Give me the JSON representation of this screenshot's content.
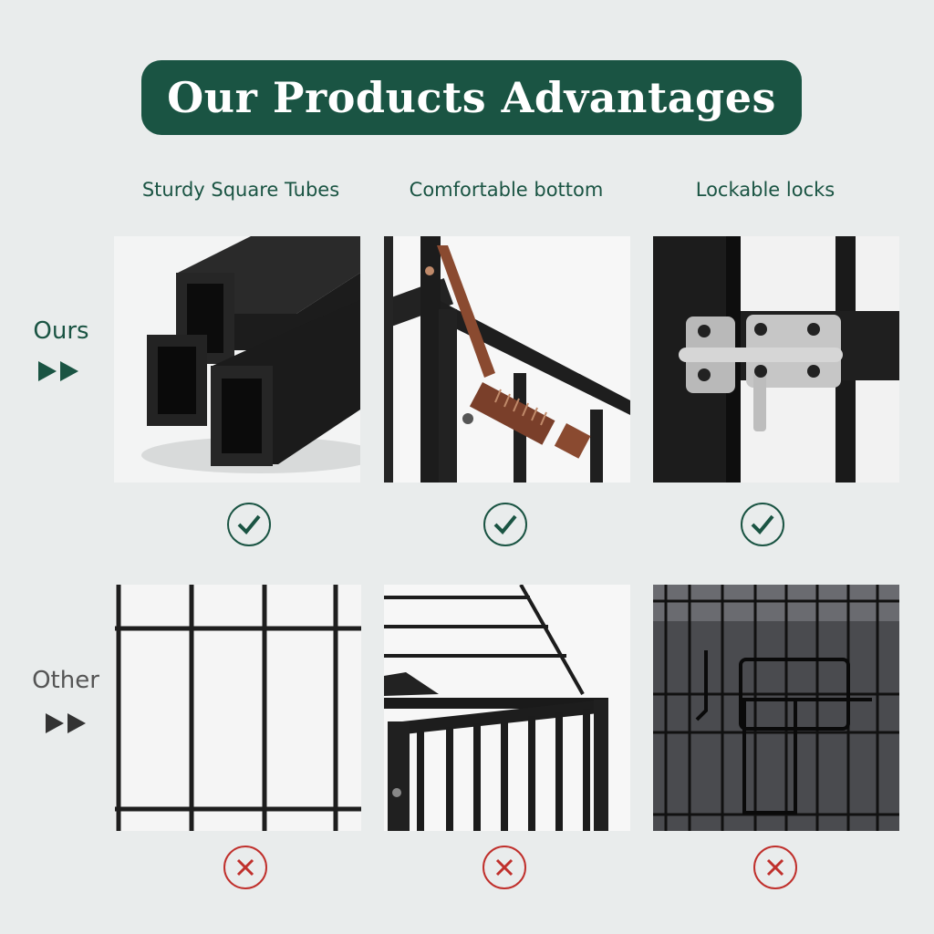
{
  "banner": {
    "title": "Our Products Advantages"
  },
  "columns": [
    {
      "title": "Sturdy Square Tubes"
    },
    {
      "title": "Comfortable bottom"
    },
    {
      "title": "Lockable locks"
    }
  ],
  "rows": {
    "ours": {
      "label": "Ours",
      "mark": "check-icon"
    },
    "other": {
      "label": "Other",
      "mark": "x-icon"
    }
  },
  "colors": {
    "brand_green": "#1a5443",
    "reject_red": "#c0302c",
    "background": "#e9ecec"
  }
}
